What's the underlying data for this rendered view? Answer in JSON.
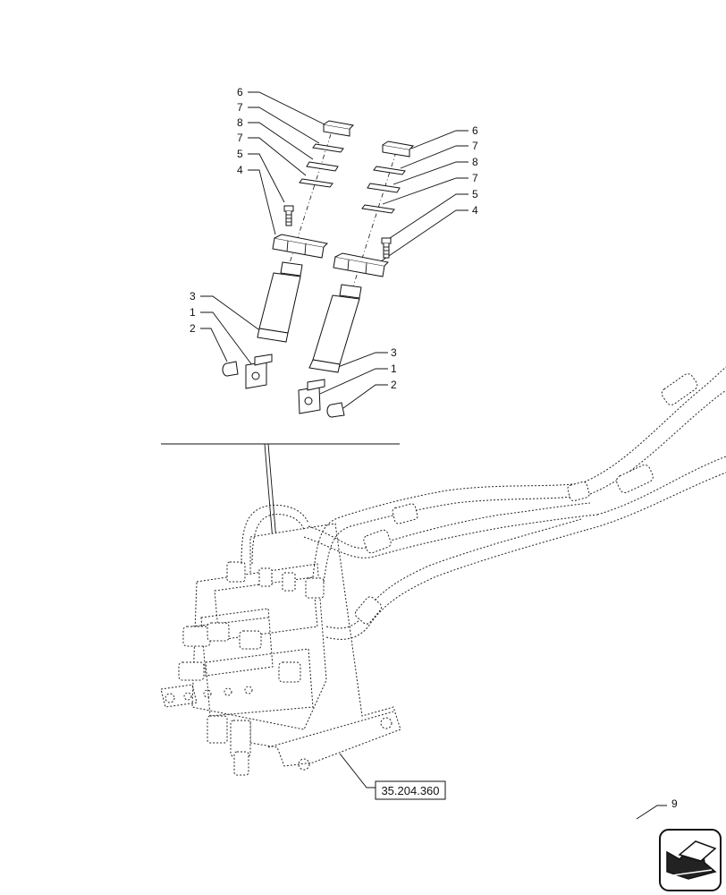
{
  "callouts_left": [
    "6",
    "7",
    "8",
    "7",
    "5",
    "4",
    "3",
    "1",
    "2"
  ],
  "callouts_right": [
    "6",
    "7",
    "8",
    "7",
    "5",
    "4",
    "3",
    "1",
    "2"
  ],
  "reference_label": "35.204.360",
  "page_callout": "9",
  "nav_icon": "arrow-next-page-icon"
}
